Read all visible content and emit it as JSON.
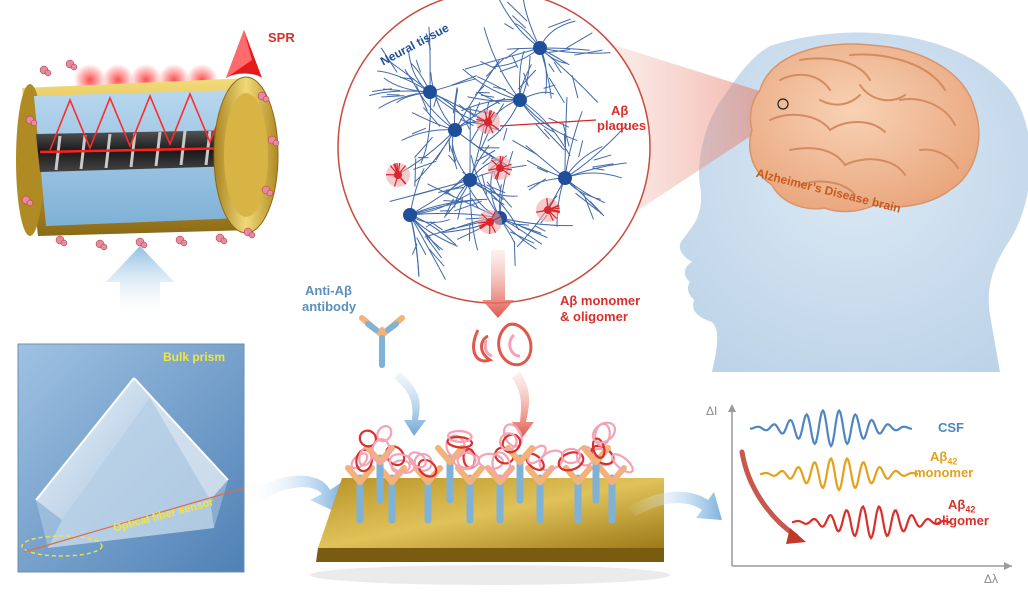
{
  "labels": {
    "spr": "SPR",
    "neural_tissue": "Neural tissue",
    "abeta_plaques_line1": "Aβ",
    "abeta_plaques_line2": "plaques",
    "ad_brain": "Alzheimer’s Disease brain",
    "anti_abeta_line1": "Anti-Aβ",
    "anti_abeta_line2": "antibody",
    "abeta_mono_oligo_line1": "Aβ monomer",
    "abeta_mono_oligo_line2": "& oligomer",
    "bulk_prism": "Bulk prism",
    "optical_fiber_sensor": "Optical fiber sensor",
    "y_axis": "ΔI",
    "x_axis": "Δλ",
    "csf": "CSF",
    "ab42_mono_prefix": "Aβ",
    "ab42_mono_sub": "42",
    "ab42_mono_word": "monomer",
    "ab42_oligo_prefix": "Aβ",
    "ab42_oligo_sub": "42",
    "ab42_oligo_word": "oligomer"
  },
  "colors": {
    "csf_curve": "#4f86c0",
    "monomer_curve": "#e3a21a",
    "oligomer_curve": "#d9302c",
    "gold": "#c9a437",
    "neuron_blue": "#1f4f9a",
    "plaque_red": "#d8262b",
    "head_blue": "#c9dced",
    "brain_peach": "#f2bd98"
  },
  "icons": [
    "spr-fiber-icon",
    "neuron-network-icon",
    "head-silhouette-icon",
    "brain-icon",
    "antibody-icon",
    "protein-aggregate-icon",
    "prism-photo-icon",
    "gold-substrate-icon",
    "spectrum-chart-icon"
  ]
}
